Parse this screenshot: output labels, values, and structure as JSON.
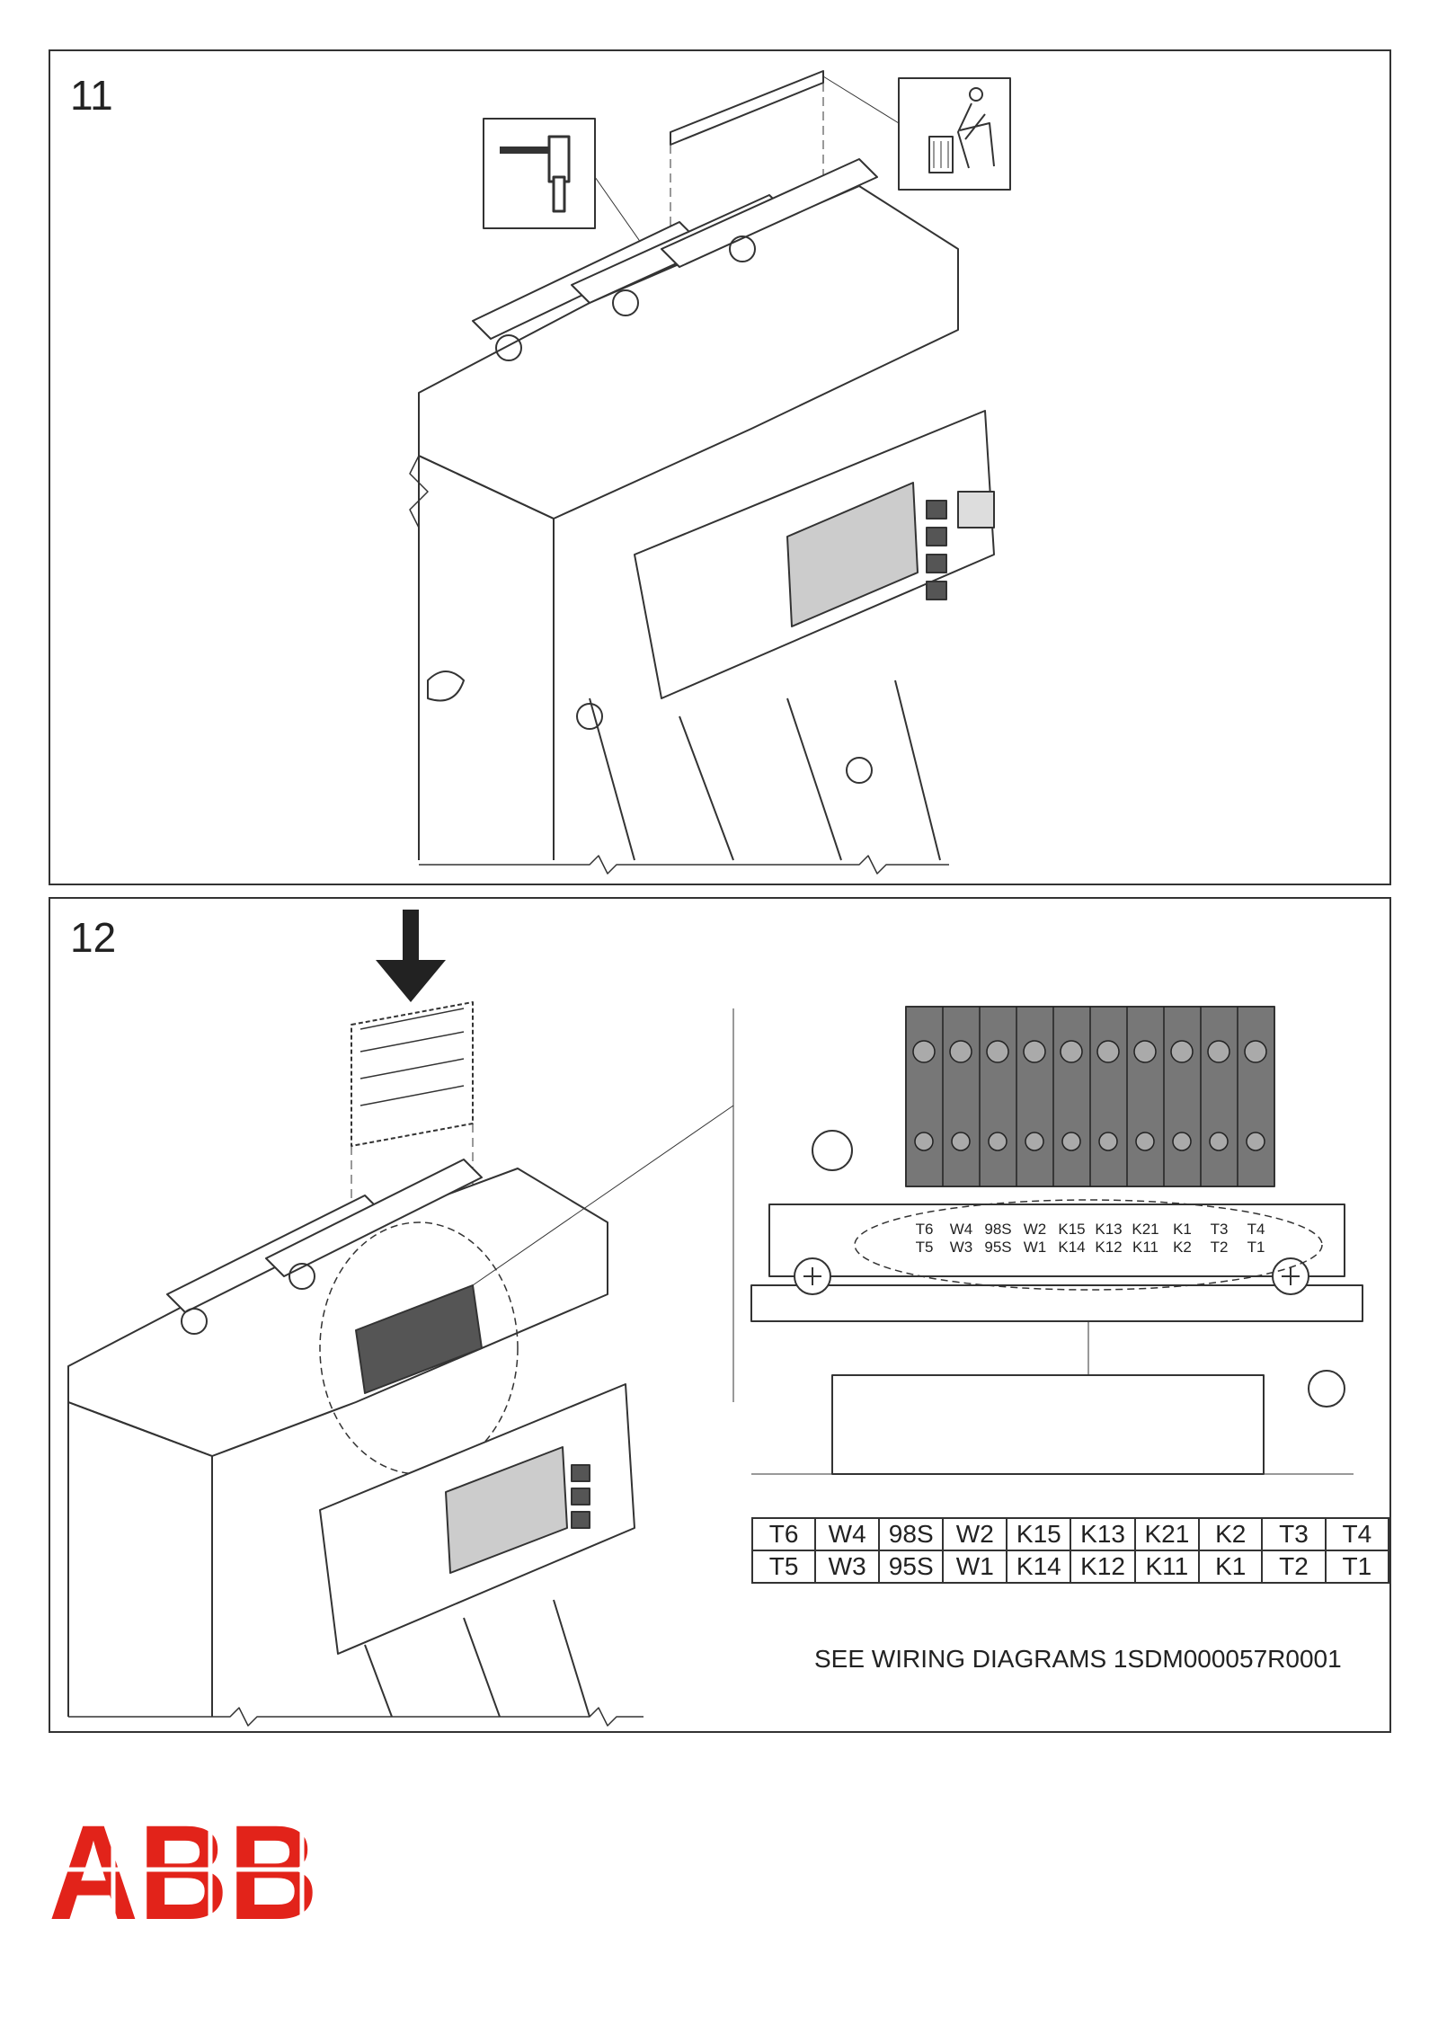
{
  "steps": [
    {
      "number": "11"
    },
    {
      "number": "12",
      "terminal_labels_top": [
        "T6",
        "W4",
        "98S",
        "W2",
        "K15",
        "K13",
        "K21",
        "K1",
        "T3",
        "T4"
      ],
      "terminal_labels_bottom": [
        "T5",
        "W3",
        "95S",
        "W1",
        "K14",
        "K12",
        "K11",
        "K2",
        "T2",
        "T1"
      ],
      "terminal_table": {
        "top": [
          "T6",
          "W4",
          "98S",
          "W2",
          "K15",
          "K13",
          "K21",
          "K2",
          "T3",
          "T4"
        ],
        "bottom": [
          "T5",
          "W3",
          "95S",
          "W1",
          "K14",
          "K12",
          "K11",
          "K1",
          "T2",
          "T1"
        ]
      },
      "note": "SEE WIRING DIAGRAMS 1SDM000057R0001"
    }
  ],
  "logo": {
    "text": "ABB",
    "color": "#e2231a"
  },
  "icons": [
    "hammer-icon",
    "trash-bin-icon",
    "down-arrow-icon"
  ]
}
